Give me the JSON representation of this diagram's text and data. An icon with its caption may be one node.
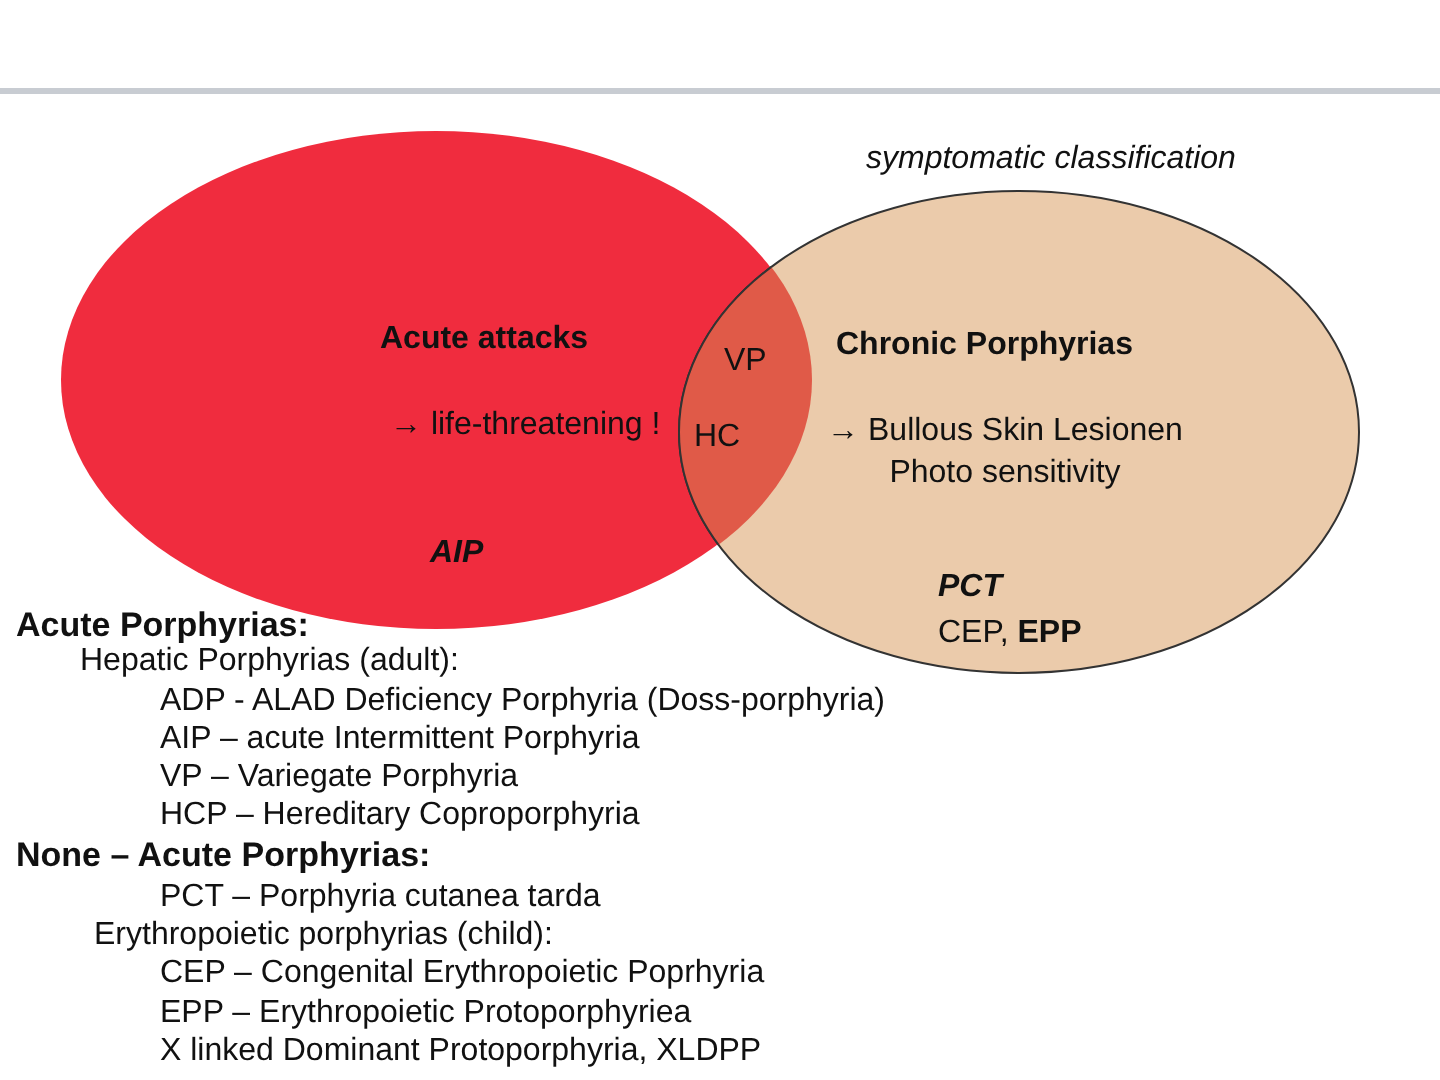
{
  "diagram": {
    "nodes": [
      {
        "text": [
          "Acute attacks",
          "→ life-threatening !",
          "AIP"
        ]
      },
      {
        "text": [
          "Chronic Porphyrias",
          "→ Bullous Skin Lesionen Photo sensitivity",
          "PCT",
          "CEP, **EPP**"
        ]
      }
    ],
    "edges": [],
    "labels": [
      "symptomatic classification",
      "VP",
      "HC",
      "Acute Porphyrias:",
      "Hepatic Porphyrias (adult):",
      "ADP - ALAD Deficiency Porphyria (Doss-porphyria)",
      "AIP – acute Intermittent Porphyria",
      "VP –  Variegate Porphyria",
      "HCP – Hereditary Coproporphyria",
      "None – Acute Porphyrias:",
      "PCT – Porphyria cutanea tarda",
      "Erythropoietic porphyrias (child):",
      "CEP – Congenital Erythropoietic Poprhyria",
      "EPP – Erythropoietic Protoporphyriea",
      "X linked Dominant Protoporphyria, XLDPP"
    ]
  }
}
